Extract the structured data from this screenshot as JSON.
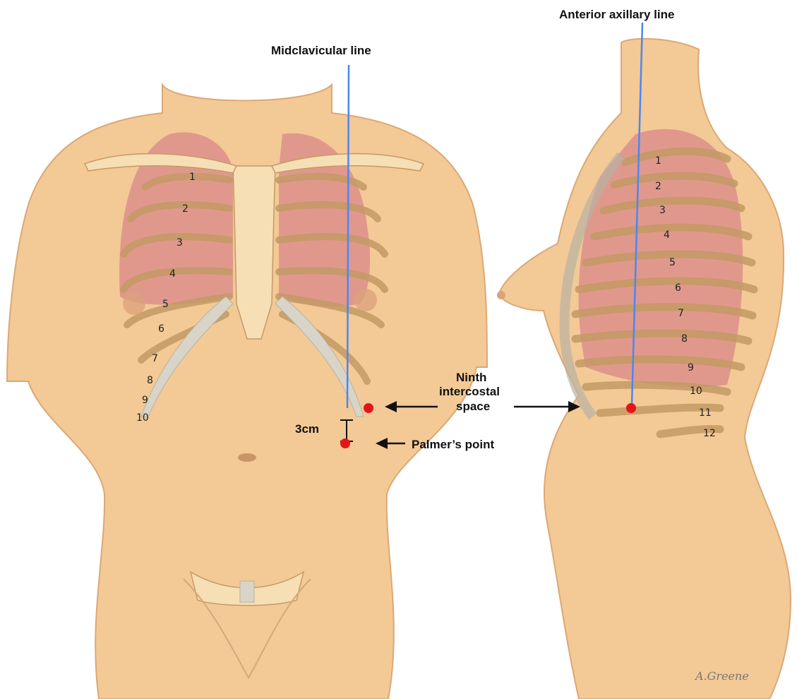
{
  "labels": {
    "midclavicular": "Midclavicular line",
    "anterior_axillary": "Anterior axillary line",
    "ninth_line1": "Ninth",
    "ninth_line2": "intercostal",
    "ninth_line3": "space",
    "palmers_point": "Palmer’s point",
    "distance": "3cm",
    "signature": "A.Greene"
  },
  "front_rib_numbers": [
    "1",
    "2",
    "3",
    "4",
    "5",
    "6",
    "7",
    "8",
    "9",
    "10"
  ],
  "side_rib_numbers": [
    "1",
    "2",
    "3",
    "4",
    "5",
    "6",
    "7",
    "8",
    "9",
    "10",
    "11",
    "12"
  ],
  "colors": {
    "skin": "#f3c996",
    "skin_shadow": "#e6b27e",
    "bone": "#f6dfb4",
    "bone_outline": "#c49a64",
    "lung": "#d9878a",
    "cartilage": "#d8d4c8",
    "guide_line": "#4d86f2",
    "marker": "#e4141a"
  }
}
